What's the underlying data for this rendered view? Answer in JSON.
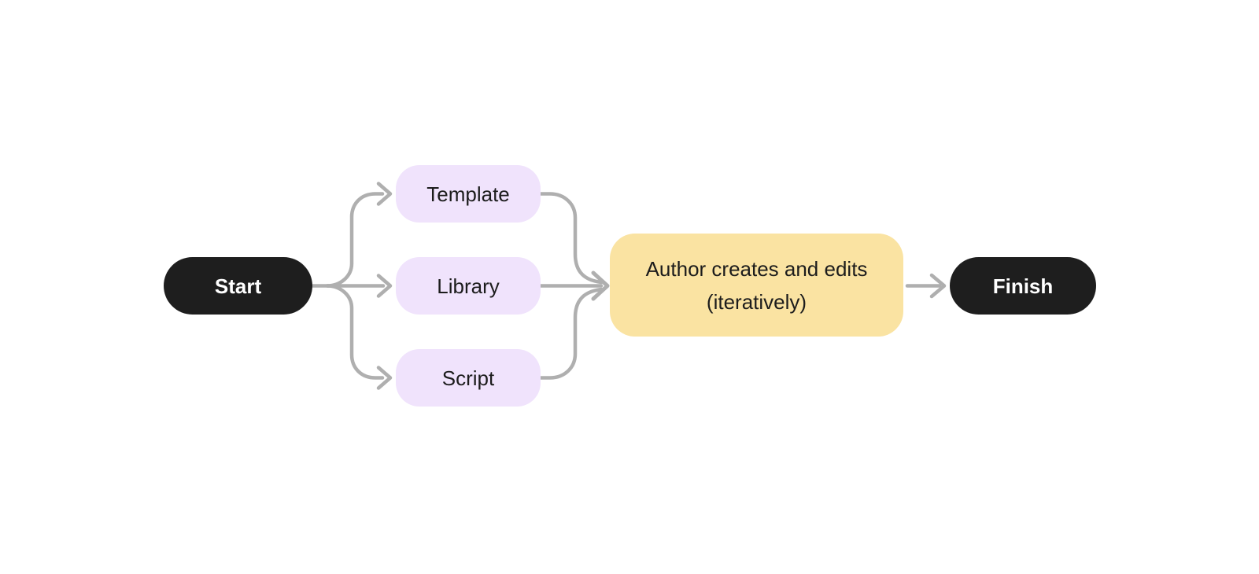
{
  "diagram": {
    "nodes": {
      "start": {
        "label": "Start"
      },
      "template": {
        "label": "Template"
      },
      "library": {
        "label": "Library"
      },
      "script": {
        "label": "Script"
      },
      "author": {
        "label": "Author creates and edits (iteratively)"
      },
      "finish": {
        "label": "Finish"
      }
    },
    "edges": [
      {
        "from": "Start",
        "to": "Template"
      },
      {
        "from": "Start",
        "to": "Library"
      },
      {
        "from": "Start",
        "to": "Script"
      },
      {
        "from": "Template",
        "to": "Author creates and edits (iteratively)"
      },
      {
        "from": "Library",
        "to": "Author creates and edits (iteratively)"
      },
      {
        "from": "Script",
        "to": "Author creates and edits (iteratively)"
      },
      {
        "from": "Author creates and edits (iteratively)",
        "to": "Finish"
      }
    ],
    "colors": {
      "terminal_fill": "#1E1E1E",
      "terminal_text": "#FFFFFF",
      "option_fill": "#F0E3FC",
      "process_fill": "#FAE3A2",
      "node_text": "#1C1C1C",
      "connector": "#AFAFAF",
      "canvas": "#FFFFFF"
    }
  }
}
